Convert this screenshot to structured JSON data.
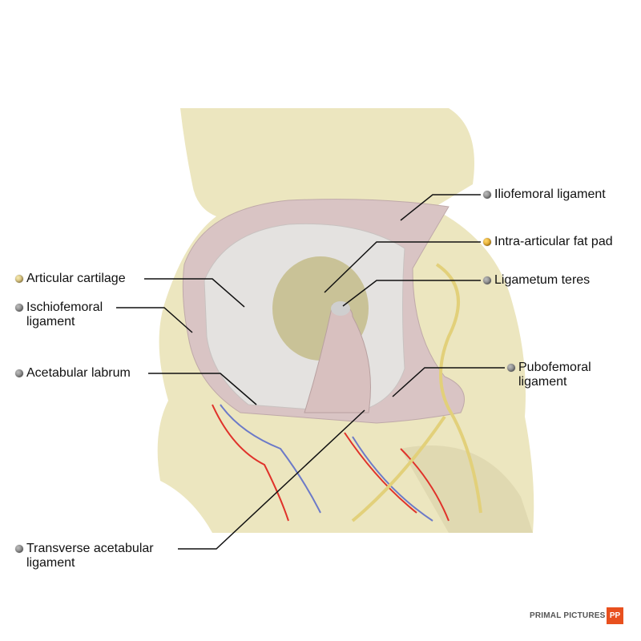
{
  "labels": {
    "iliofemoral": "Iliofemoral ligament",
    "fat_pad": "Intra-articular fat pad",
    "ligamentum_teres": "Ligametum teres",
    "pubofemoral_1": "Pubofemoral",
    "pubofemoral_2": "ligament",
    "articular_cartilage": "Articular cartilage",
    "ischiofemoral_1": "Ischiofemoral",
    "ischiofemoral_2": "ligament",
    "acetabular_labrum": "Acetabular labrum",
    "transverse_1": "Transverse acetabular",
    "transverse_2": "ligament"
  },
  "brand": {
    "name": "PRIMAL PICTURES",
    "logo": "PP"
  },
  "colors": {
    "bone": "#ece6bf",
    "ligament": "#dcc8c8",
    "cartilage": "#e2e0de",
    "artery": "#e0322a",
    "vein": "#6c7ac8",
    "nerve": "#e2d07a",
    "brand": "#e8501e"
  }
}
